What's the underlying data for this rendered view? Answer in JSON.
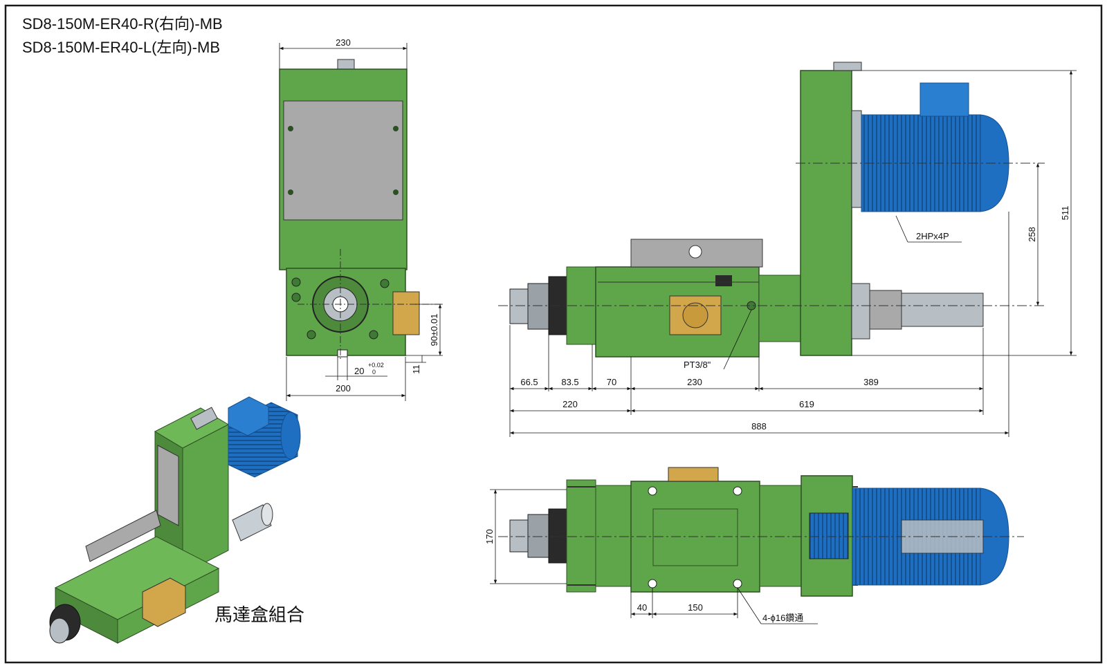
{
  "titles": [
    "SD8-150M-ER40-R(右向)-MB",
    "SD8-150M-ER40-L(左向)-MB"
  ],
  "caption": "馬達盒組合",
  "colors": {
    "body": "#5fa64a",
    "body_dark": "#3f7a34",
    "plate": "#a9a9a9",
    "motor": "#1e6fc2",
    "motor_dark": "#15508f",
    "brass": "#d2a64a",
    "steel": "#b8bfc4",
    "frame": "#1a1a1a"
  },
  "front_view": {
    "width_top": "230",
    "width_base": "200",
    "slot_width": "20",
    "slot_tol_plus": "+0.02",
    "slot_tol_zero": "0",
    "center_height": "90±0.01",
    "base_thickness": "11"
  },
  "side_view": {
    "motor_label": "2HPx4P",
    "port_label": "PT3/8\"",
    "height_total": "511",
    "motor_center": "258",
    "segments": [
      "66.5",
      "83.5",
      "70",
      "230",
      "389"
    ],
    "totals": [
      "220",
      "619"
    ],
    "overall": "888"
  },
  "top_view": {
    "width": "170",
    "hole_offset": "40",
    "hole_pitch": "150",
    "hole_label": "4-ϕ16鑽通"
  }
}
